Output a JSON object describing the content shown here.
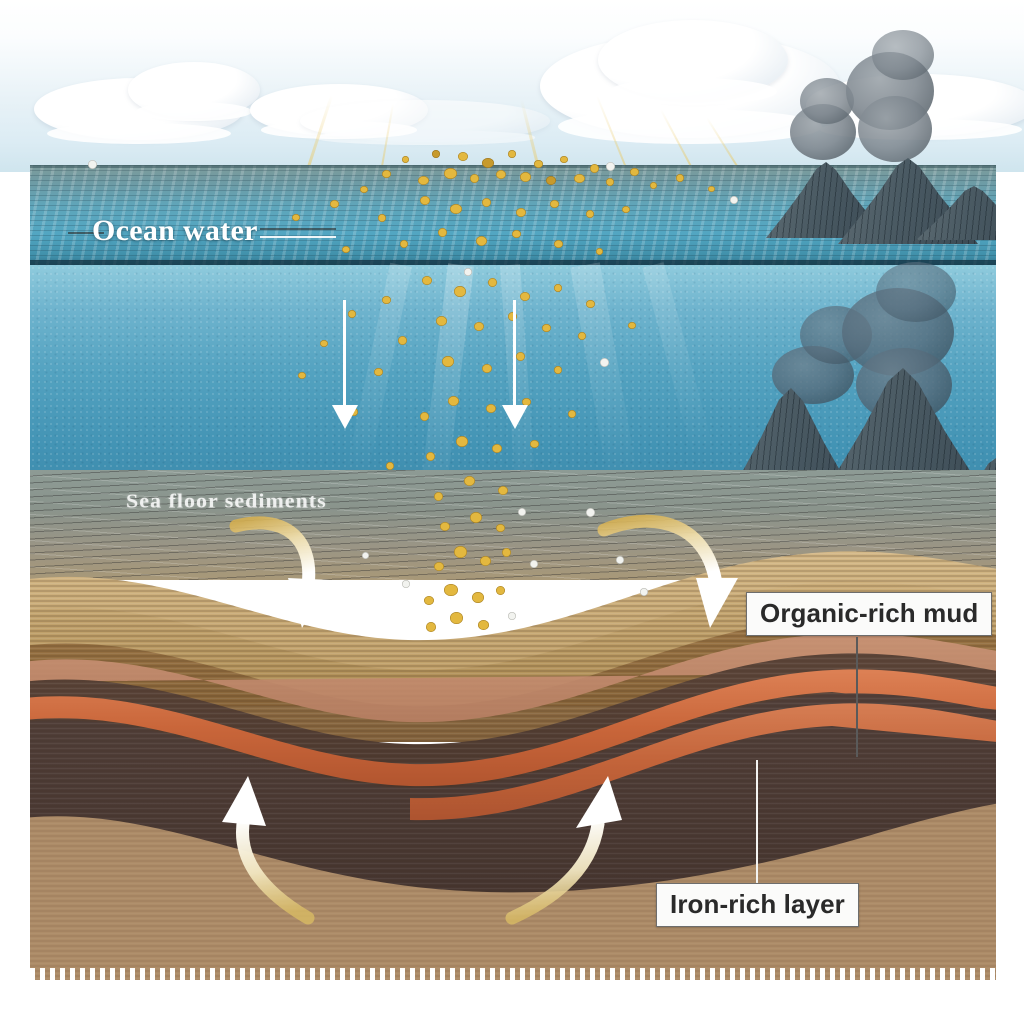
{
  "figure": {
    "title": "Ocean water column and seafloor sediment cross-section",
    "type": "geological-cross-section"
  },
  "labels": {
    "ocean_water": "Ocean water",
    "organic_rich_mud": "Organic-rich mud",
    "iron_rich_layer": "Iron-rich layer",
    "seafloor_illegible": "Sea floor sediments"
  },
  "colors": {
    "sky": "#e8f2f7",
    "surface_water": "#52a6c2",
    "deep_water": "#4293b4",
    "seafloor_grey": "#8d9b95",
    "sediment_tan": "#c9a873",
    "sediment_dark": "#4a3830",
    "iron_band": "#c5663b",
    "basal_tan": "#ad8c68",
    "plankton_gold": "#e3b83f",
    "arrow_white": "#ffffff",
    "label_box": "#fbfbfa"
  },
  "strata": [
    {
      "name": "ocean-floor-surface",
      "color": "#8d9b95",
      "label": ""
    },
    {
      "name": "tan-laminated-sediment-upper",
      "color": "#c9a873",
      "label": ""
    },
    {
      "name": "pale-tan-band",
      "color": "#d8bd8c",
      "label": ""
    },
    {
      "name": "mid-brown-band",
      "color": "#8a6239",
      "label": ""
    },
    {
      "name": "organic-rich-mud-upper",
      "color": "#5a4436",
      "label": "Organic-rich mud"
    },
    {
      "name": "salmon-band",
      "color": "#c2866a",
      "label": ""
    },
    {
      "name": "organic-rich-mud-mid",
      "color": "#4a3830",
      "label": ""
    },
    {
      "name": "iron-rich-layer",
      "color": "#c5663b",
      "label": "Iron-rich layer"
    },
    {
      "name": "organic-rich-mud-lower",
      "color": "#4a3a32",
      "label": ""
    },
    {
      "name": "basal-tan-sediment",
      "color": "#ad8c68",
      "label": ""
    }
  ],
  "features": {
    "clouds_count": 7,
    "volcanoes_above_water": 2,
    "volcanoes_below_water": 3,
    "straight_arrows": 2,
    "curved_down_arrows": 2,
    "curved_up_arrows": 2,
    "particle_plume": "golden plankton / organic particles settling from surface bloom to seafloor"
  },
  "icons": {
    "cloud": "cloud-icon",
    "volcano": "volcano-icon",
    "smoke_plume": "smoke-plume-icon",
    "down_arrow": "down-arrow-icon",
    "up_arrow": "up-arrow-icon",
    "particle": "particle-icon"
  }
}
